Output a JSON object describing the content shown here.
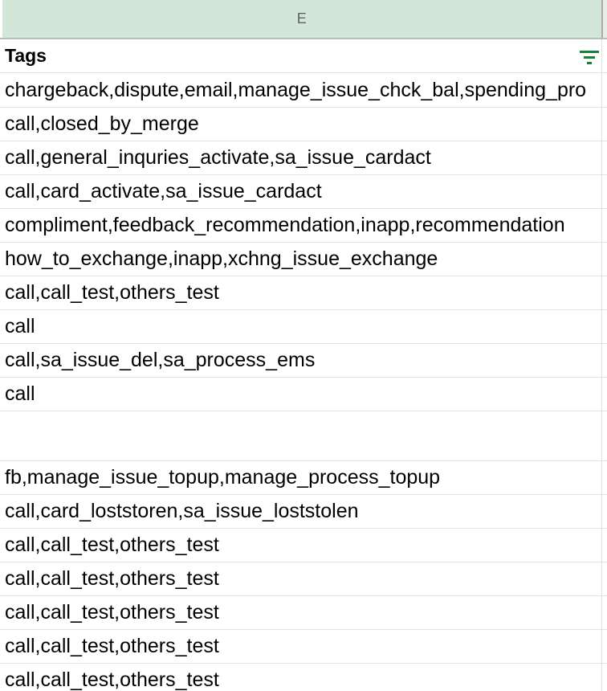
{
  "column_header": {
    "letter": "E"
  },
  "header": {
    "label": "Tags",
    "filter_icon": "filter-icon"
  },
  "colors": {
    "band_green": "#d3e7d9",
    "band_border": "#b9bdb9",
    "next_column_strip": "#e9ece9",
    "gridline": "#e2e2e2",
    "filter_icon_green": "#188038",
    "column_letter_gray": "#5f6368",
    "cell_text": "#000000"
  },
  "rows": [
    {
      "text": "chargeback,dispute,email,manage_issue_chck_bal,spending_pro"
    },
    {
      "text": "call,closed_by_merge"
    },
    {
      "text": "call,general_inquries_activate,sa_issue_cardact"
    },
    {
      "text": "call,card_activate,sa_issue_cardact"
    },
    {
      "text": "compliment,feedback_recommendation,inapp,recommendation"
    },
    {
      "text": "how_to_exchange,inapp,xchng_issue_exchange"
    },
    {
      "text": "call,call_test,others_test"
    },
    {
      "text": "call"
    },
    {
      "text": "call,sa_issue_del,sa_process_ems"
    },
    {
      "text": "call"
    },
    {
      "text": "",
      "tall": true
    },
    {
      "text": "fb,manage_issue_topup,manage_process_topup"
    },
    {
      "text": "call,card_loststoren,sa_issue_loststolen"
    },
    {
      "text": "call,call_test,others_test"
    },
    {
      "text": "call,call_test,others_test"
    },
    {
      "text": "call,call_test,others_test"
    },
    {
      "text": "call,call_test,others_test"
    },
    {
      "text": "call,call_test,others_test"
    }
  ]
}
